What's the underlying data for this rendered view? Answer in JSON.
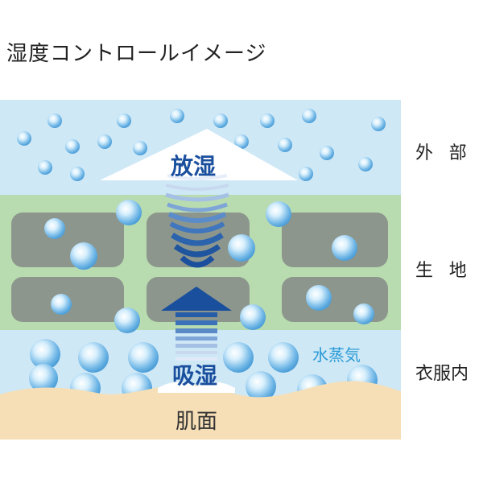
{
  "title": "湿度コントロールイメージ",
  "labels": {
    "release": "放湿",
    "absorb": "吸湿",
    "vapor": "水蒸気",
    "skin": "肌面"
  },
  "layers": {
    "outside": "外部",
    "fabric": "生地",
    "inside": "衣服内"
  },
  "colors": {
    "outside_bg": "#cfe8f6",
    "fabric_bg": "#b8dcb0",
    "fiber": "#8d968c",
    "inner_bg": "#cfe8f6",
    "skin": "#f6dfb6",
    "arrow_dark": "#1a4f9e",
    "vapor_text": "#2a9bd6"
  }
}
